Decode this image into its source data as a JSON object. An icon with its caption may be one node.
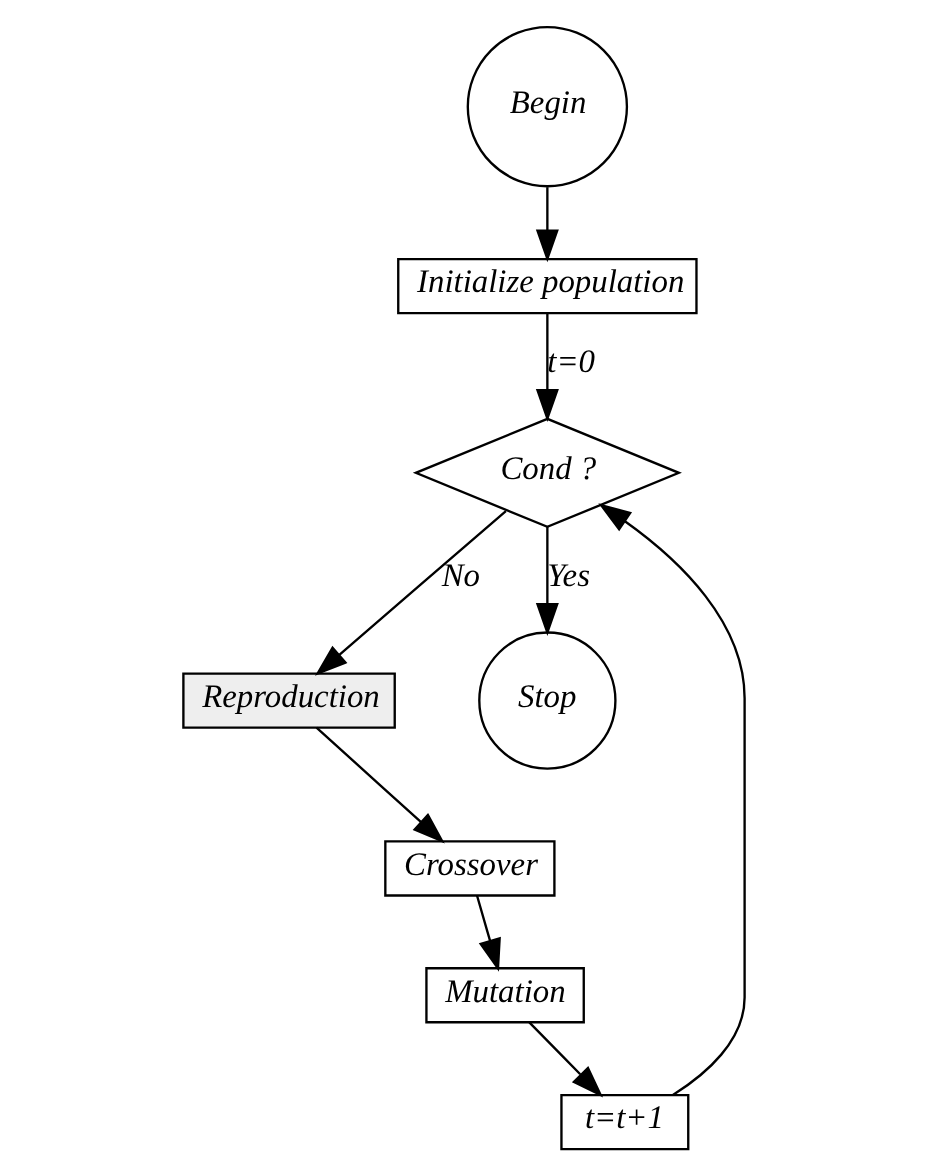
{
  "diagram": {
    "nodes": [
      {
        "text": [
          "Begin"
        ]
      },
      {
        "text": [
          "Initialize population"
        ]
      },
      {
        "text": [
          "Cond ?"
        ]
      },
      {
        "text": [
          "Reproduction"
        ]
      },
      {
        "text": [
          "Crossover"
        ]
      },
      {
        "text": [
          "Mutation"
        ]
      },
      {
        "text": [
          "Stop"
        ]
      },
      {
        "text": [
          "t=t+1"
        ]
      }
    ],
    "edges": [
      {
        "from": 0,
        "to": 1,
        "arrow": "to"
      },
      {
        "from": 1,
        "to": 2,
        "arrow": "to",
        "label": "t=0"
      },
      {
        "from": 2,
        "to": 3,
        "arrow": "to",
        "label": "No"
      },
      {
        "from": 2,
        "to": 6,
        "arrow": "to",
        "label": "Yes"
      },
      {
        "from": 3,
        "to": 4,
        "arrow": "to"
      },
      {
        "from": 4,
        "to": 5,
        "arrow": "to"
      },
      {
        "from": 5,
        "to": 7,
        "arrow": "to"
      },
      {
        "from": 7,
        "to": 2,
        "arrow": "to"
      }
    ]
  }
}
